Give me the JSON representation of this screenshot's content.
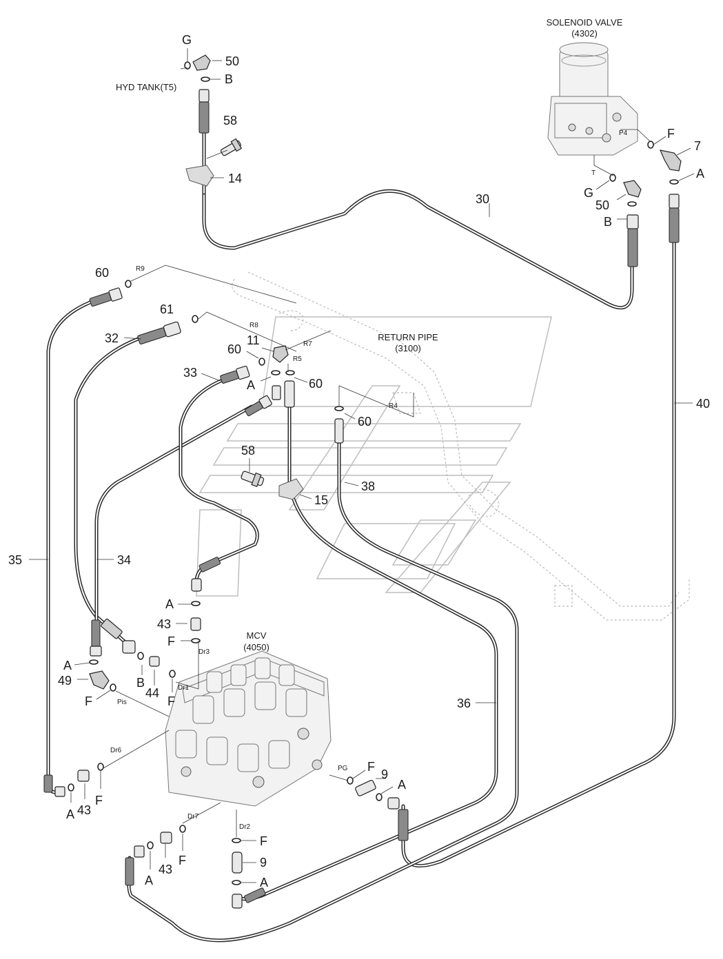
{
  "components": {
    "solenoid_valve": {
      "title": "SOLENOID VALVE",
      "code": "(4302)"
    },
    "hyd_tank": {
      "title": "HYD TANK(T5)"
    },
    "return_pipe": {
      "title": "RETURN PIPE",
      "code": "(3100)"
    },
    "mcv": {
      "title": "MCV",
      "code": "(4050)"
    }
  },
  "callouts": {
    "g_top": "G",
    "p50_top": "50",
    "b_top": "B",
    "p58_top": "58",
    "p14": "14",
    "f_sol": "F",
    "p7": "7",
    "a_sol": "A",
    "g_sol": "G",
    "p50_sol": "50",
    "b_sol": "B",
    "p30": "30",
    "p40": "40",
    "p60_r9": "60",
    "p61": "61",
    "p32": "32",
    "p60_r7": "60",
    "p11": "11",
    "p33": "33",
    "a_mid": "A",
    "p60_r5": "60",
    "p60_r4": "60",
    "p58_mid": "58",
    "p15": "15",
    "p38": "38",
    "p35": "35",
    "p34": "34",
    "a_43": "A",
    "p43_mid": "43",
    "f_dr3": "F",
    "a_49": "A",
    "p49": "49",
    "b_44": "B",
    "p44": "44",
    "f_dr1": "F",
    "f_pis": "F",
    "p36": "36",
    "a_bl": "A",
    "p43_bl": "43",
    "f_dr6": "F",
    "f_pg": "F",
    "p9_pg": "9",
    "a_pg": "A",
    "a_dr7": "A",
    "p43_dr7": "43",
    "f_dr7": "F",
    "f_dr2": "F",
    "p9_dr2": "9",
    "a_dr2": "A"
  },
  "port_labels": {
    "p4": "P4",
    "t": "T",
    "r9": "R9",
    "r8": "R8",
    "r7": "R7",
    "r5": "R5",
    "r4": "R4",
    "dr3": "Dr3",
    "dr1": "Dr1",
    "pis": "Pis",
    "dr6": "Dr6",
    "pg": "PG",
    "dr7": "Dr7",
    "dr2": "Dr2"
  }
}
